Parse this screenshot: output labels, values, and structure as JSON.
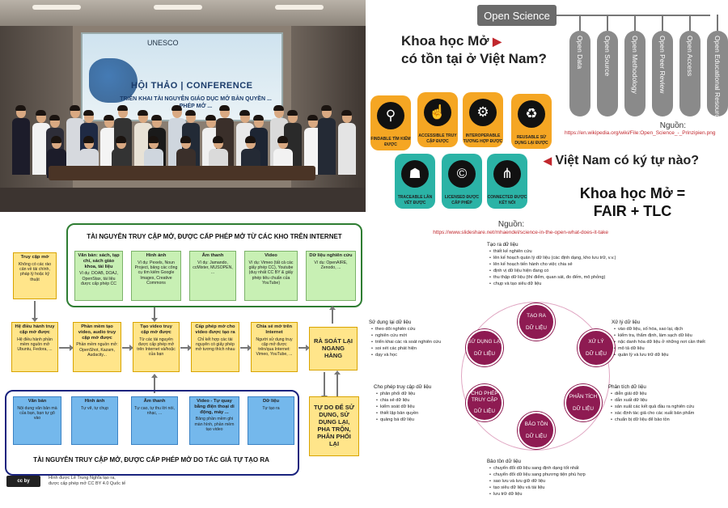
{
  "photo": {
    "banner_logos": "UNESCO",
    "banner_title": "HỘI THẢO | CONFERENCE",
    "banner_sub": "TRIỂN KHAI TÀI NGUYÊN GIÁO DỤC MỞ BẢN QUYỀN ... PHÉP MỞ ..."
  },
  "open_science": {
    "root": "Open Science",
    "pillars": [
      "Open Data",
      "Open Source",
      "Open Methodology",
      "Open Peer Review",
      "Open Access",
      "Open Educational Resources"
    ],
    "question_line1": "Khoa học Mở",
    "question_line2": "có tồn tại ở Việt Nam?",
    "source1_label": "Nguồn:",
    "source1_url": "https://en.wikipedia.org/wiki/File:Open_Science_-_Prinzipien.png",
    "tiles": [
      {
        "label": "FINDABLE TÌM KIẾM ĐƯỢC",
        "icon": "⚲",
        "color": "#f5a623"
      },
      {
        "label": "ACCESSIBLE TRUY CẬP ĐƯỢC",
        "icon": "☝",
        "color": "#f5a623"
      },
      {
        "label": "INTEROPERABLE TƯƠNG HỢP ĐƯỢC",
        "icon": "⚙",
        "color": "#f5a623"
      },
      {
        "label": "REUSABLE SỬ DỤNG LẠI ĐƯỢC",
        "icon": "♻",
        "color": "#f5a623"
      },
      {
        "label": "TRACEABLE LẦN VẾT ĐƯỢC",
        "icon": "☗",
        "color": "#2bb3a6"
      },
      {
        "label": "LICENSED ĐƯỢC CẤP PHÉP",
        "icon": "©",
        "color": "#2bb3a6"
      },
      {
        "label": "CONNECTED ĐƯỢC KẾT NỐI",
        "icon": "⋔",
        "color": "#2bb3a6"
      }
    ],
    "question2": "Việt Nam có ký tự nào?",
    "answer_line1": "Khoa học Mở =",
    "answer_line2": "FAIR + TLC",
    "source2_label": "Nguồn:",
    "source2_url": "https://www.slideshare.net/mhaendel/science-in-the-open-what-does-it-take"
  },
  "diagram": {
    "top_title": "TÀI NGUYÊN TRUY CẬP MỞ, ĐƯỢC CẤP PHÉP MỞ TỪ CÁC KHO TRÊN INTERNET",
    "bottom_title": "TÀI NGUYÊN TRUY CẬP MỞ, ĐƯỢC CẤP PHÉP MỞ DO TÁC GIẢ TỰ TẠO RA",
    "open_access": {
      "title": "Truy cập mở",
      "text": "Không có các rào cản về tài chính, pháp lý hoặc kỹ thuật"
    },
    "repos": [
      {
        "title": "Văn bản: sách, tạp chí, sách giáo khoa, tài liệu",
        "text": "Ví dụ: DOAB, DOAJ, OpenStax, tài liệu được cấp phép CC"
      },
      {
        "title": "Hình ảnh",
        "text": "Ví dụ: Pexels, Noun Project, bảng các công cụ tìm kiếm Google Images, Creative Commons"
      },
      {
        "title": "Âm thanh",
        "text": "Ví dụ: Jamando, ccMixter, MUSOPEN, ..."
      },
      {
        "title": "Video",
        "text": "Ví dụ: Vimeo (tất cả các giấy phép CC), Youtube (duy nhất CC BY & giấy phép tiêu chuẩn của YouTube)"
      },
      {
        "title": "Dữ liệu nghiên cứu",
        "text": "Ví dụ: OpenAIRE, Zenodo, ..."
      }
    ],
    "process": [
      {
        "title": "Hệ điều hành truy cập mở được",
        "text": "Hệ điều hành phần mềm nguồn mở Ubuntu, Fedora, ..."
      },
      {
        "title": "Phần mềm tạo video, audio truy cập mở được",
        "text": "Phần mềm nguồn mở: OpenShot, Kazam, Audacity..."
      },
      {
        "title": "Tạo video truy cập mở được",
        "text": "Từ các tài nguyên được cấp phép mở trên Internet và/hoặc của bạn"
      },
      {
        "title": "Cấp phép mở cho video được tạo ra",
        "text": "Chỉ kết hợp các tài nguyên có giấy phép mở tương thích nhau"
      },
      {
        "title": "Chia sẻ mở trên Internet",
        "text": "Người sử dụng truy cập mở được trên/qua Internet: Vimeo, YouTube, ..."
      }
    ],
    "review": "RÀ SOÁT LẠI NGANG HÀNG",
    "freedoms": "TỰ DO ĐỂ SỬ DỤNG, SỬ DỤNG LẠI, PHA TRỘN, PHÂN PHỐI LẠI",
    "authored": [
      {
        "title": "Văn bản",
        "text": "Nội dung văn bản mà của bạn, bạn tự gõ vào"
      },
      {
        "title": "Hình ảnh",
        "text": "Tự vẽ, tự chụp"
      },
      {
        "title": "Âm thanh",
        "text": "Tự cao, tự thu lời nói, nhạc, ..."
      },
      {
        "title": "Video - Tự quay bằng điện thoại di động, máy ...",
        "text": "Bảng phần mềm ghi màn hình, phần mềm tạo video"
      },
      {
        "title": "Dữ liệu",
        "text": "Tự tạo ra"
      }
    ],
    "cc_logo": "cc by",
    "credit_line1": "Hình được Lê Trung Nghĩa tạo ra,",
    "credit_line2": "được cấp phép mở CC BY 4.0 Quốc tế"
  },
  "cycle": {
    "nodes": [
      {
        "line1": "TẠO RA",
        "line2": "DỮ LIỆU"
      },
      {
        "line1": "XỬ LÝ",
        "line2": "DỮ LIỆU"
      },
      {
        "line1": "PHÂN TÍCH",
        "line2": "DỮ LIỆU"
      },
      {
        "line1": "BẢO TỒN",
        "line2": "DỮ LIỆU"
      },
      {
        "line1": "CHO PHÉP TRUY CẬP",
        "line2": "DỮ LIỆU"
      },
      {
        "line1": "SỬ DỤNG LẠI",
        "line2": "DỮ LIỆU"
      }
    ],
    "create": {
      "heading": "Tạo ra dữ liệu",
      "items": [
        "thiết kế nghiên cứu",
        "lên kế hoạch quản lý dữ liệu (các định dạng, kho lưu trữ, v.v.)",
        "lên kế hoạch tiến hành cho việc chia sẻ",
        "định vị dữ liệu hiện đang có",
        "thu thập dữ liệu (thí điểm, quan sát, đo đếm, mô phỏng)",
        "chụp và tạo siêu dữ liệu"
      ]
    },
    "process": {
      "heading": "Xử lý dữ liệu",
      "items": [
        "vào dữ liệu, số hóa, sao lại, dịch",
        "kiểm tra, thẩm định, làm sạch dữ liệu",
        "nặc danh hóa dữ liệu ở những nơi cần thiết",
        "mô tả dữ liệu",
        "quản lý và lưu trữ dữ liệu"
      ]
    },
    "analyse": {
      "heading": "Phân tích dữ liệu",
      "items": [
        "diễn giải dữ liệu",
        "dẫn xuất dữ liệu",
        "sản xuất các kết quả đầu ra nghiên cứu",
        "xác định tác giả cho các xuất bản phẩm",
        "chuẩn bị dữ liệu để bảo tồn"
      ]
    },
    "preserve": {
      "heading": "Bảo tồn dữ liệu",
      "items": [
        "chuyển đổi dữ liệu sang định dạng tốt nhất",
        "chuyển đổi dữ liệu sang phương tiện phù hợp",
        "sao lưu và lưu giữ dữ liệu",
        "tạo siêu dữ liệu và tài liệu",
        "lưu trữ dữ liệu"
      ]
    },
    "access": {
      "heading": "Cho phép truy cập dữ liệu",
      "items": [
        "phân phối dữ liệu",
        "chia sẻ dữ liệu",
        "kiểm soát dữ liệu",
        "thiết lập bản quyền",
        "quảng bá dữ liệu"
      ]
    },
    "reuse": {
      "heading": "Sử dụng lại dữ liệu",
      "items": [
        "theo dõi nghiên cứu",
        "nghiên cứu mới",
        "triển khai các rà soát nghiên cứu",
        "soi xét các phát hiện",
        "dạy và học"
      ]
    }
  }
}
